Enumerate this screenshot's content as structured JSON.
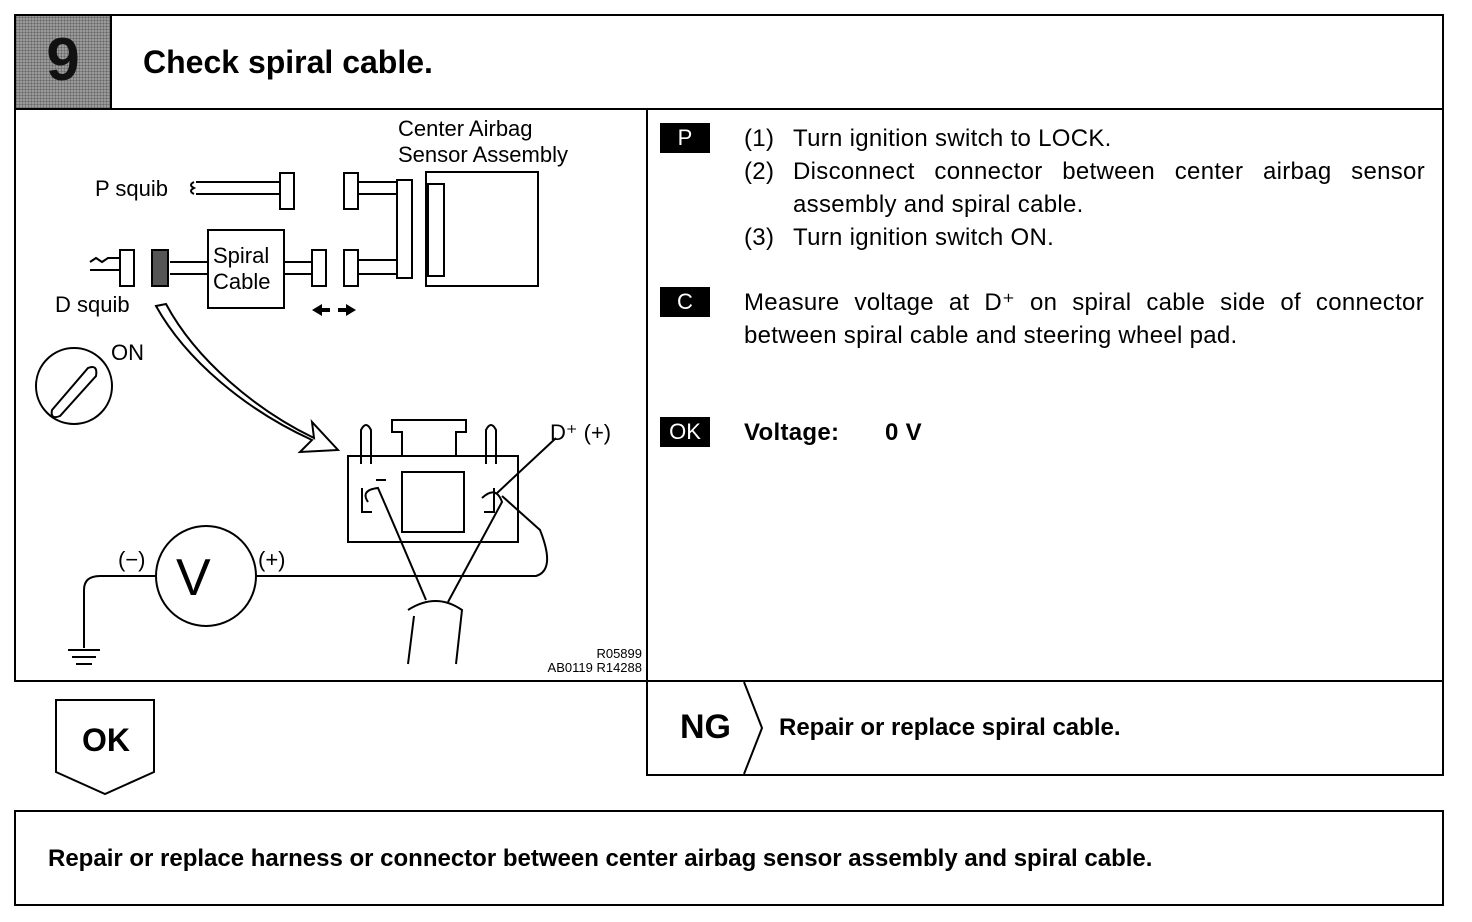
{
  "step": {
    "number": "9",
    "title": "Check spiral cable."
  },
  "diagram": {
    "center_airbag_label_1": "Center Airbag",
    "center_airbag_label_2": "Sensor Assembly",
    "p_squib": "P squib",
    "d_squib": "D squib",
    "spiral_1": "Spiral",
    "spiral_2": "Cable",
    "on_label": "ON",
    "d_plus_label": "D⁺ (+)",
    "meter_letter": "V",
    "neg_label": "(−)",
    "pos_label": "(+)",
    "ref_code_1": "R05899",
    "ref_code_2": "AB0119 R14288"
  },
  "instructions": {
    "tag_p": "P",
    "p_items": [
      {
        "num": "(1)",
        "text": "Turn ignition switch to LOCK."
      },
      {
        "num": "(2)",
        "text": "Disconnect connector between center airbag sensor assembly and spiral cable."
      },
      {
        "num": "(3)",
        "text": "Turn ignition switch ON."
      }
    ],
    "tag_c": "C",
    "c_text": "Measure voltage at D⁺ on spiral cable side of connector between spiral cable and steering wheel pad.",
    "tag_ok": "OK",
    "ok_label": "Voltage:",
    "ok_value": "0 V"
  },
  "result": {
    "ok_label": "OK",
    "ng_label": "NG",
    "ng_text": "Repair or replace spiral cable."
  },
  "final_action": "Repair or replace harness or connector between center airbag sensor assembly and spiral cable."
}
